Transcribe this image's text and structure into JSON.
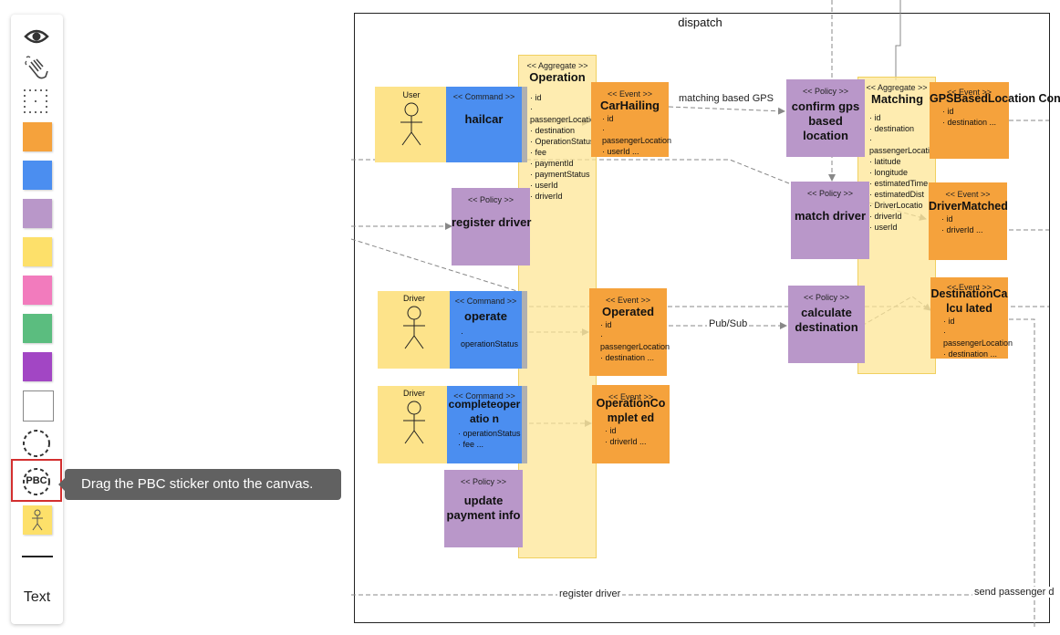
{
  "toolbar": {
    "tools": [
      {
        "name": "eye-icon"
      },
      {
        "name": "hand-gesture-icon"
      },
      {
        "name": "grid-select-icon"
      }
    ],
    "sticker_colors": [
      "#f5a23c",
      "#4b8ef0",
      "#b997c9",
      "#fde06a",
      "#f27bbd",
      "#5bbd7f",
      "#a246c4"
    ],
    "pbc_label": "PBC",
    "text_label": "Text"
  },
  "tooltip": {
    "text": "Drag the PBC sticker onto the canvas."
  },
  "canvas": {
    "bounded_context": "dispatch",
    "edges": {
      "matching": "matching based GPS",
      "pubsub": "Pub/Sub",
      "register": "register driver",
      "send": "send passenger d"
    },
    "aggregates": {
      "operation": {
        "stereotype": "<< Aggregate >>",
        "name": "Operation",
        "fields": [
          "id",
          "passengerLocation",
          "destination",
          "OperationStatus",
          "fee",
          "paymentId",
          "paymentStatus",
          "userId",
          "driverId"
        ]
      },
      "matching": {
        "stereotype": "<< Aggregate >>",
        "name": "Matching",
        "fields": [
          "id",
          "destination",
          "passengerLocation",
          "latitude",
          "longitude",
          "estimatedTime",
          "estimatedDist",
          "DriverLocatio",
          "driverId",
          "userId"
        ]
      }
    },
    "actors": {
      "user": "User",
      "driver1": "Driver",
      "driver2": "Driver"
    },
    "commands": {
      "stereotype": "<< Command >>",
      "hailcar": {
        "name": "hailcar",
        "fields": []
      },
      "operate": {
        "name": "operate",
        "fields": [
          "operationStatus"
        ]
      },
      "complete": {
        "name": "completeoperatio n",
        "fields": [
          "operationStatus",
          "fee ..."
        ]
      }
    },
    "events": {
      "stereotype": "<< Event >>",
      "carhailing": {
        "name": "CarHailing",
        "fields": [
          "id",
          "passengerLocation",
          "userId ..."
        ]
      },
      "operated": {
        "name": "Operated",
        "fields": [
          "id",
          "passengerLocation",
          "destination ..."
        ]
      },
      "opcompleted": {
        "name": "OperationComplet ed",
        "fields": [
          "id",
          "driverId ..."
        ]
      },
      "gpsconfirmed": {
        "name": "GPSBasedLocation Confirmed",
        "fields": [
          "id",
          "destination ..."
        ]
      },
      "drivermatched": {
        "name": "DriverMatched",
        "fields": [
          "id",
          "driverId ..."
        ]
      },
      "destcalc": {
        "name": "DestinationCalcu lated",
        "fields": [
          "id",
          "passengerLocation",
          "destination ..."
        ]
      }
    },
    "policies": {
      "stereotype": "<< Policy >>",
      "register": {
        "name": "register driver"
      },
      "updatepay": {
        "name": "update payment info"
      },
      "confirmgps": {
        "name": "confirm gps based location"
      },
      "matchdriver": {
        "name": "match driver"
      },
      "calcdest": {
        "name": "calculate destination"
      }
    }
  }
}
